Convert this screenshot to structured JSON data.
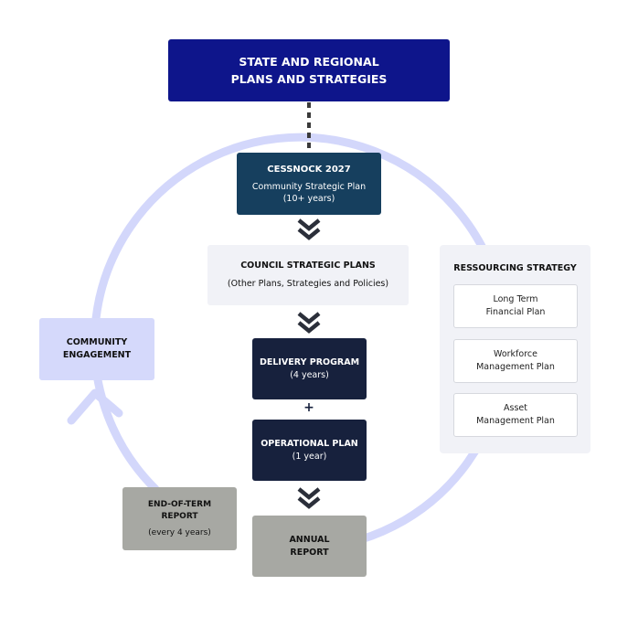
{
  "state": {
    "line1": "STATE AND REGIONAL",
    "line2": "PLANS AND STRATEGIES"
  },
  "cessnock": {
    "title": "CESSNOCK 2027",
    "subtitle": "Community Strategic Plan",
    "duration": "(10+ years)"
  },
  "council": {
    "title": "COUNCIL STRATEGIC PLANS",
    "subtitle": "(Other Plans, Strategies and Policies)"
  },
  "delivery": {
    "title": "DELIVERY PROGRAM",
    "duration": "(4 years)"
  },
  "plus_sign": "+",
  "operational": {
    "title": "OPERATIONAL PLAN",
    "duration": "(1 year)"
  },
  "annual": {
    "line1": "ANNUAL",
    "line2": "REPORT"
  },
  "end_of_term": {
    "line1": "END-OF-TERM",
    "line2": "REPORT",
    "duration": "(every 4 years)"
  },
  "community": {
    "line1": "COMMUNITY",
    "line2": "ENGAGEMENT"
  },
  "resourcing": {
    "title": "RESSOURCING STRATEGY",
    "items": [
      {
        "line1": "Long Term",
        "line2": "Financial Plan"
      },
      {
        "line1": "Workforce",
        "line2": "Management Plan"
      },
      {
        "line1": "Asset",
        "line2": "Management Plan"
      }
    ]
  },
  "colors": {
    "state": "#0e158b",
    "cessnock": "#163f5e",
    "delivery": "#17213d",
    "report": "#a7a8a3",
    "community": "#d5d9fb",
    "cycle": "#d3d7fb",
    "panel": "#f1f2f7"
  },
  "icons": [
    "double-chevron-down-icon",
    "cycle-arrow-icon",
    "dashed-connector"
  ]
}
